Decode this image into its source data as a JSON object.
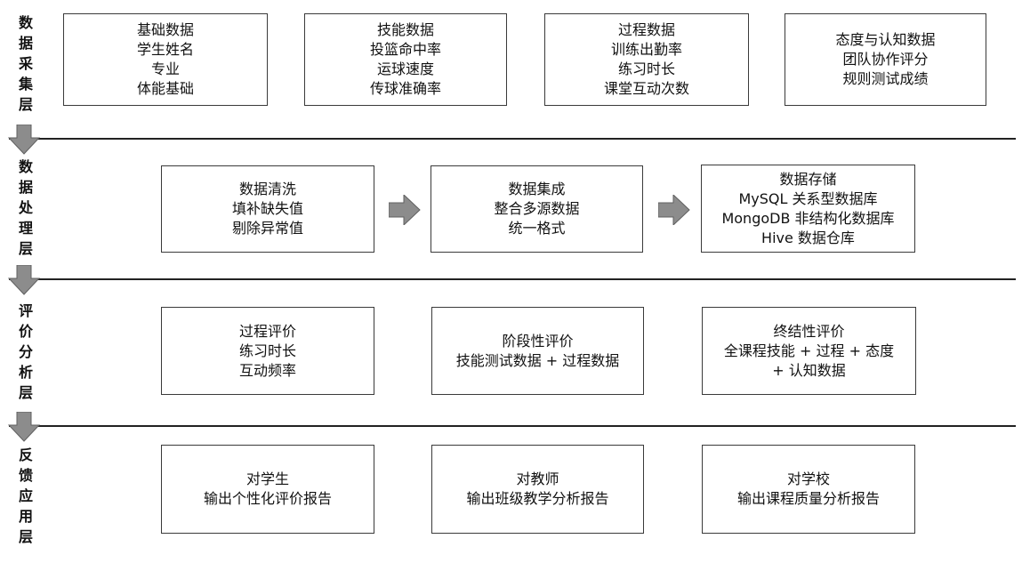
{
  "layers": [
    {
      "label": "数据采集层",
      "boxes": [
        {
          "lines": [
            "基础数据",
            "学生姓名",
            "专业",
            "体能基础"
          ]
        },
        {
          "lines": [
            "技能数据",
            "投篮命中率",
            "运球速度",
            "传球准确率"
          ]
        },
        {
          "lines": [
            "过程数据",
            "训练出勤率",
            "练习时长",
            "课堂互动次数"
          ]
        },
        {
          "lines": [
            "态度与认知数据",
            "团队协作评分",
            "规则测试成绩"
          ]
        }
      ]
    },
    {
      "label": "数据处理层",
      "boxes": [
        {
          "lines": [
            "数据清洗",
            "填补缺失值",
            "剔除异常值"
          ]
        },
        {
          "lines": [
            "数据集成",
            "整合多源数据",
            "统一格式"
          ]
        },
        {
          "lines": [
            "数据存储",
            "MySQL 关系型数据库",
            "MongoDB 非结构化数据库",
            "Hive 数据仓库"
          ]
        }
      ]
    },
    {
      "label": "评价分析层",
      "boxes": [
        {
          "lines": [
            "过程评价",
            "练习时长",
            "互动频率"
          ]
        },
        {
          "lines": [
            "阶段性评价",
            "技能测试数据 + 过程数据"
          ]
        },
        {
          "lines": [
            "终结性评价",
            "全课程技能 + 过程 + 态度",
            "+ 认知数据"
          ]
        }
      ]
    },
    {
      "label": "反馈应用层",
      "boxes": [
        {
          "lines": [
            "对学生",
            "输出个性化评价报告"
          ]
        },
        {
          "lines": [
            "对教师",
            "输出班级教学分析报告"
          ]
        },
        {
          "lines": [
            "对学校",
            "输出课程质量分析报告"
          ]
        }
      ]
    }
  ],
  "colors": {
    "arrow_fill": "#8c8c8c",
    "arrow_stroke": "#5f5f5f",
    "line": "#222222",
    "box_border": "#3a3a3a"
  }
}
